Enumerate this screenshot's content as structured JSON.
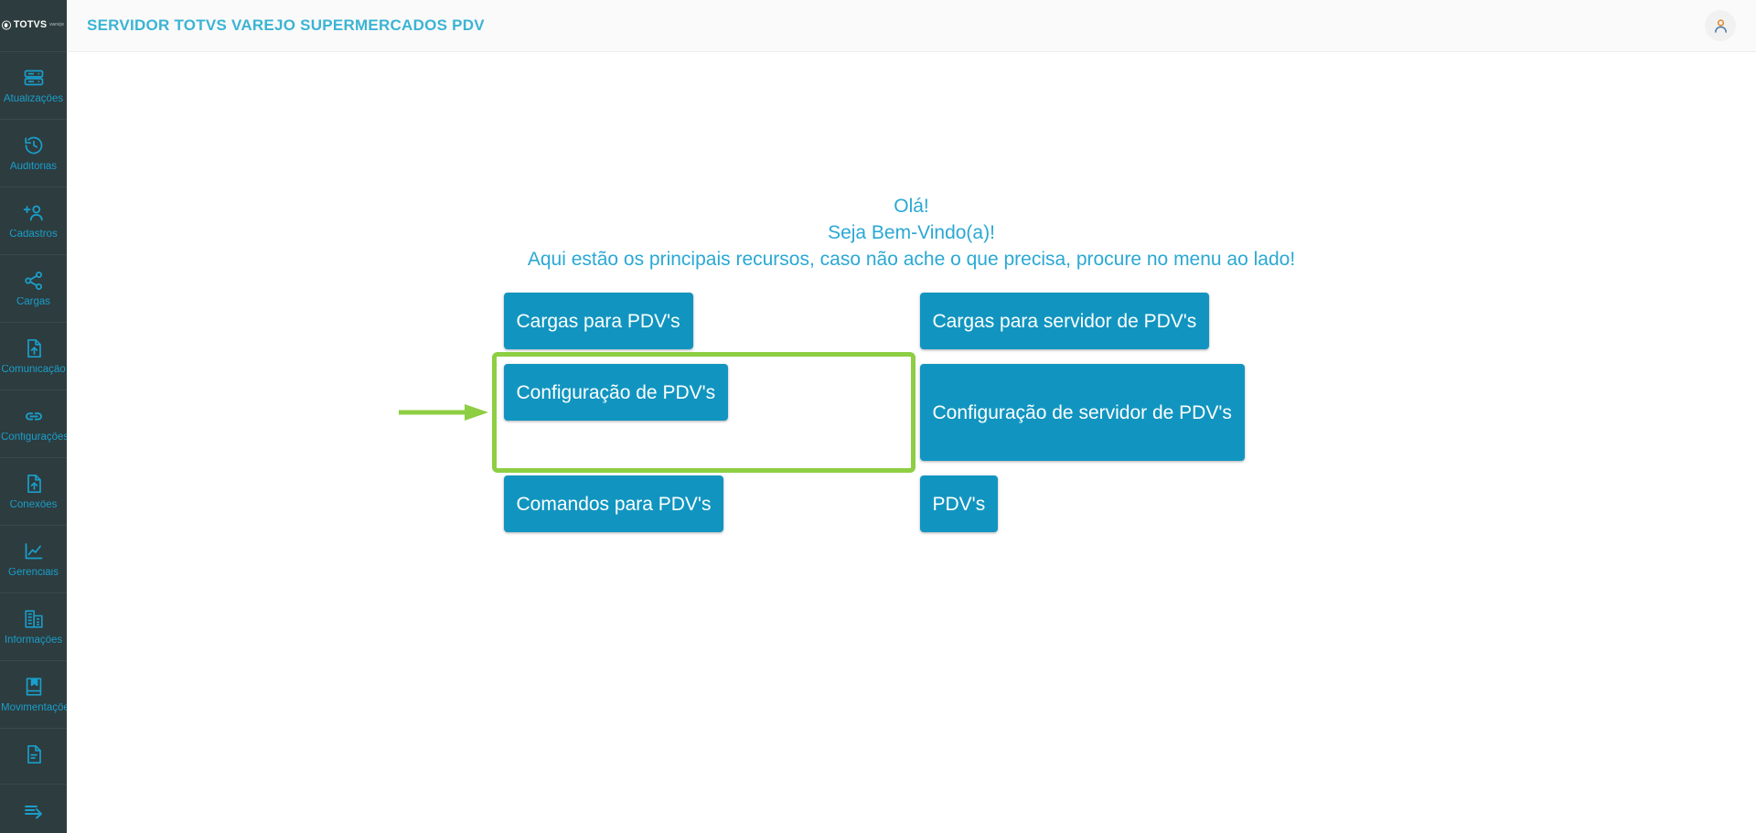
{
  "brand": {
    "logo_text": "TOTVS",
    "logo_sub": "varejo",
    "logo_mark_icon": "totvs-circle-icon"
  },
  "header": {
    "title": "SERVIDOR TOTVS VAREJO SUPERMERCADOS PDV",
    "avatar_icon": "user-avatar-icon"
  },
  "sidebar": {
    "items": [
      {
        "label": "Atualizações",
        "icon": "server-icon"
      },
      {
        "label": "Auditorias",
        "icon": "history-clock-icon"
      },
      {
        "label": "Cadastros",
        "icon": "add-user-icon"
      },
      {
        "label": "Cargas",
        "icon": "share-nodes-icon"
      },
      {
        "label": "Comunicação",
        "icon": "file-upload-icon"
      },
      {
        "label": "Configurações",
        "icon": "link-chain-icon"
      },
      {
        "label": "Conexões",
        "icon": "file-upload-icon"
      },
      {
        "label": "Gerenciais",
        "icon": "chart-line-icon"
      },
      {
        "label": "Informações",
        "icon": "building-icon"
      },
      {
        "label": "Movimentações",
        "icon": "book-bookmark-icon"
      },
      {
        "label": "",
        "icon": "document-lines-icon"
      },
      {
        "label": "",
        "icon": "logout-arrow-icon"
      }
    ]
  },
  "main": {
    "welcome": {
      "line1": "Olá!",
      "line2": "Seja Bem-Vindo(a)!",
      "line3": "Aqui estão os principais recursos, caso não ache o que precisa, procure no menu ao lado!"
    },
    "tiles": [
      {
        "label": "Cargas para PDV's",
        "highlighted": false
      },
      {
        "label": "Cargas para servidor de PDV's",
        "highlighted": false
      },
      {
        "label": "Configuração de PDV's",
        "highlighted": true
      },
      {
        "label": "Configuração de servidor de PDV's",
        "highlighted": false
      },
      {
        "label": "Comandos para PDV's",
        "highlighted": false
      },
      {
        "label": "PDV's",
        "highlighted": false
      }
    ]
  },
  "annotation": {
    "arrow_icon": "green-arrow-right-icon",
    "arrow_color": "#8dce43",
    "highlight_color": "#8dce43"
  },
  "colors": {
    "sidebar_bg": "#2d3c3e",
    "sidebar_accent": "#1a9ecb",
    "header_bg": "#fafafa",
    "header_title": "#3ab4d4",
    "tile_bg": "#1195c0",
    "welcome_text": "#2aa8d4",
    "page_bg": "#ffffff"
  }
}
